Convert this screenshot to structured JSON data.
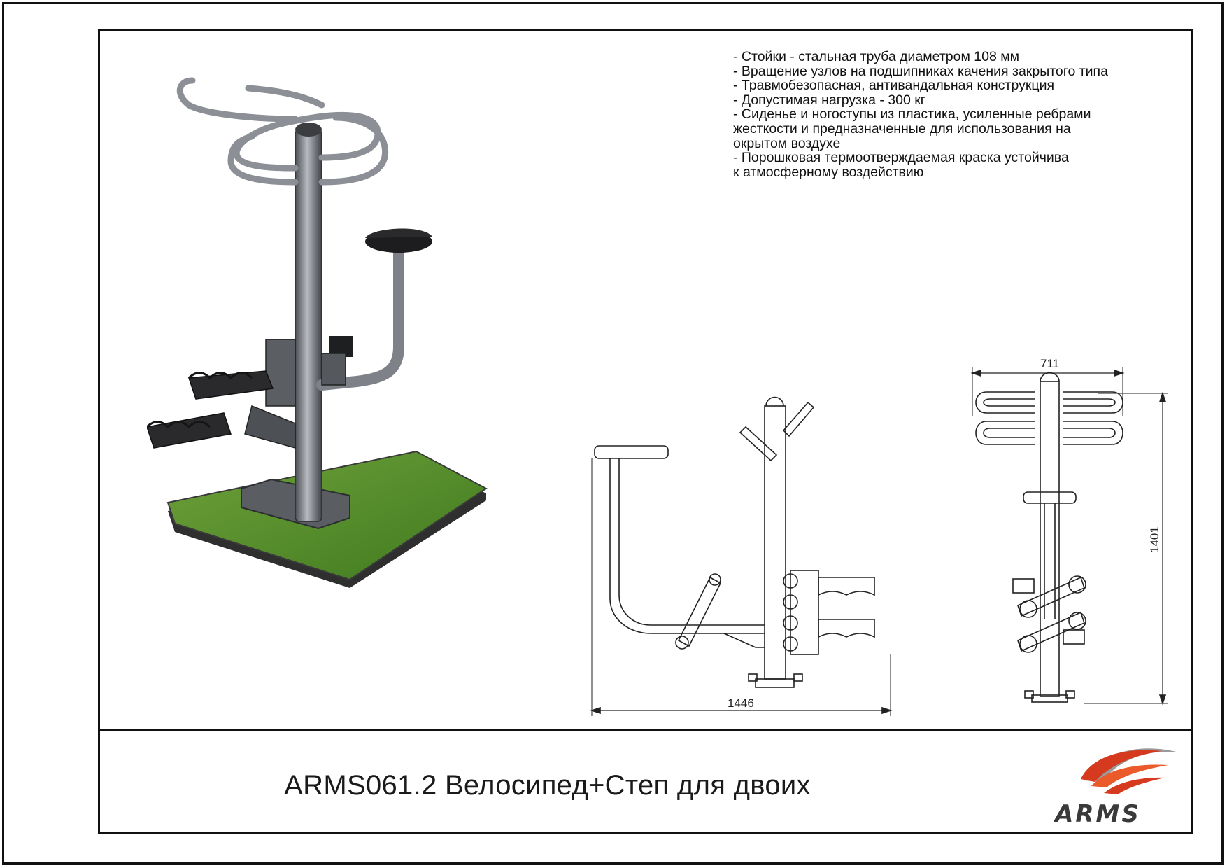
{
  "specs": [
    "- Стойки - стальная труба диаметром 108 мм",
    "- Вращение узлов на подшипниках качения закрытого типа",
    "- Травмобезопасная, антивандальная конструкция",
    "- Допустимая нагрузка - 300 кг",
    "- Сиденье и ногоступы из пластика, усиленные ребрами",
    "жесткости и предназначенные для использования на",
    "окрытом воздухе",
    "- Порошковая термоотверждаемая краска устойчива",
    "к атмосферному воздействию"
  ],
  "dimensions": {
    "width": "711",
    "length": "1446",
    "height": "1401"
  },
  "title": "ARMS061.2 Велосипед+Степ для двоих",
  "logo": {
    "text": "ARMS",
    "colors": {
      "red": "#d63a1e",
      "orange": "#ea5a2a",
      "gray": "#8a8a8a"
    }
  }
}
